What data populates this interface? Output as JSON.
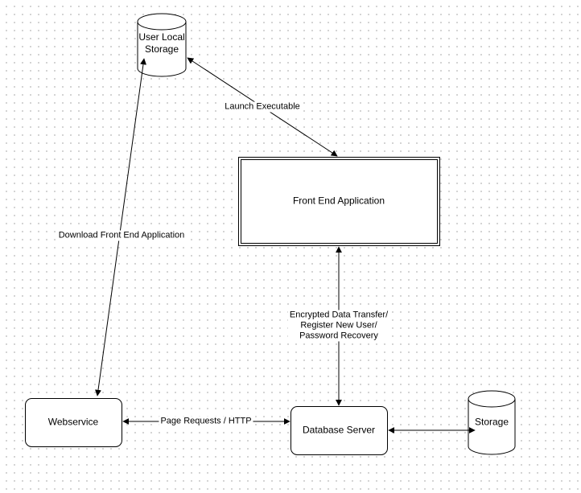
{
  "nodes": {
    "user_local_storage": {
      "label": "User Local\nStorage"
    },
    "front_end_application": {
      "label": "Front End Application"
    },
    "webservice": {
      "label": "Webservice"
    },
    "database_server": {
      "label": "Database Server"
    },
    "storage": {
      "label": "Storage"
    }
  },
  "edges": {
    "launch_executable": {
      "label": "Launch Executable"
    },
    "download_front_end": {
      "label": "Download Front End Application"
    },
    "encrypted_data_transfer": {
      "label": "Encrypted Data Transfer/\nRegister New User/\nPassword Recovery"
    },
    "page_requests": {
      "label": "Page Requests / HTTP"
    }
  }
}
